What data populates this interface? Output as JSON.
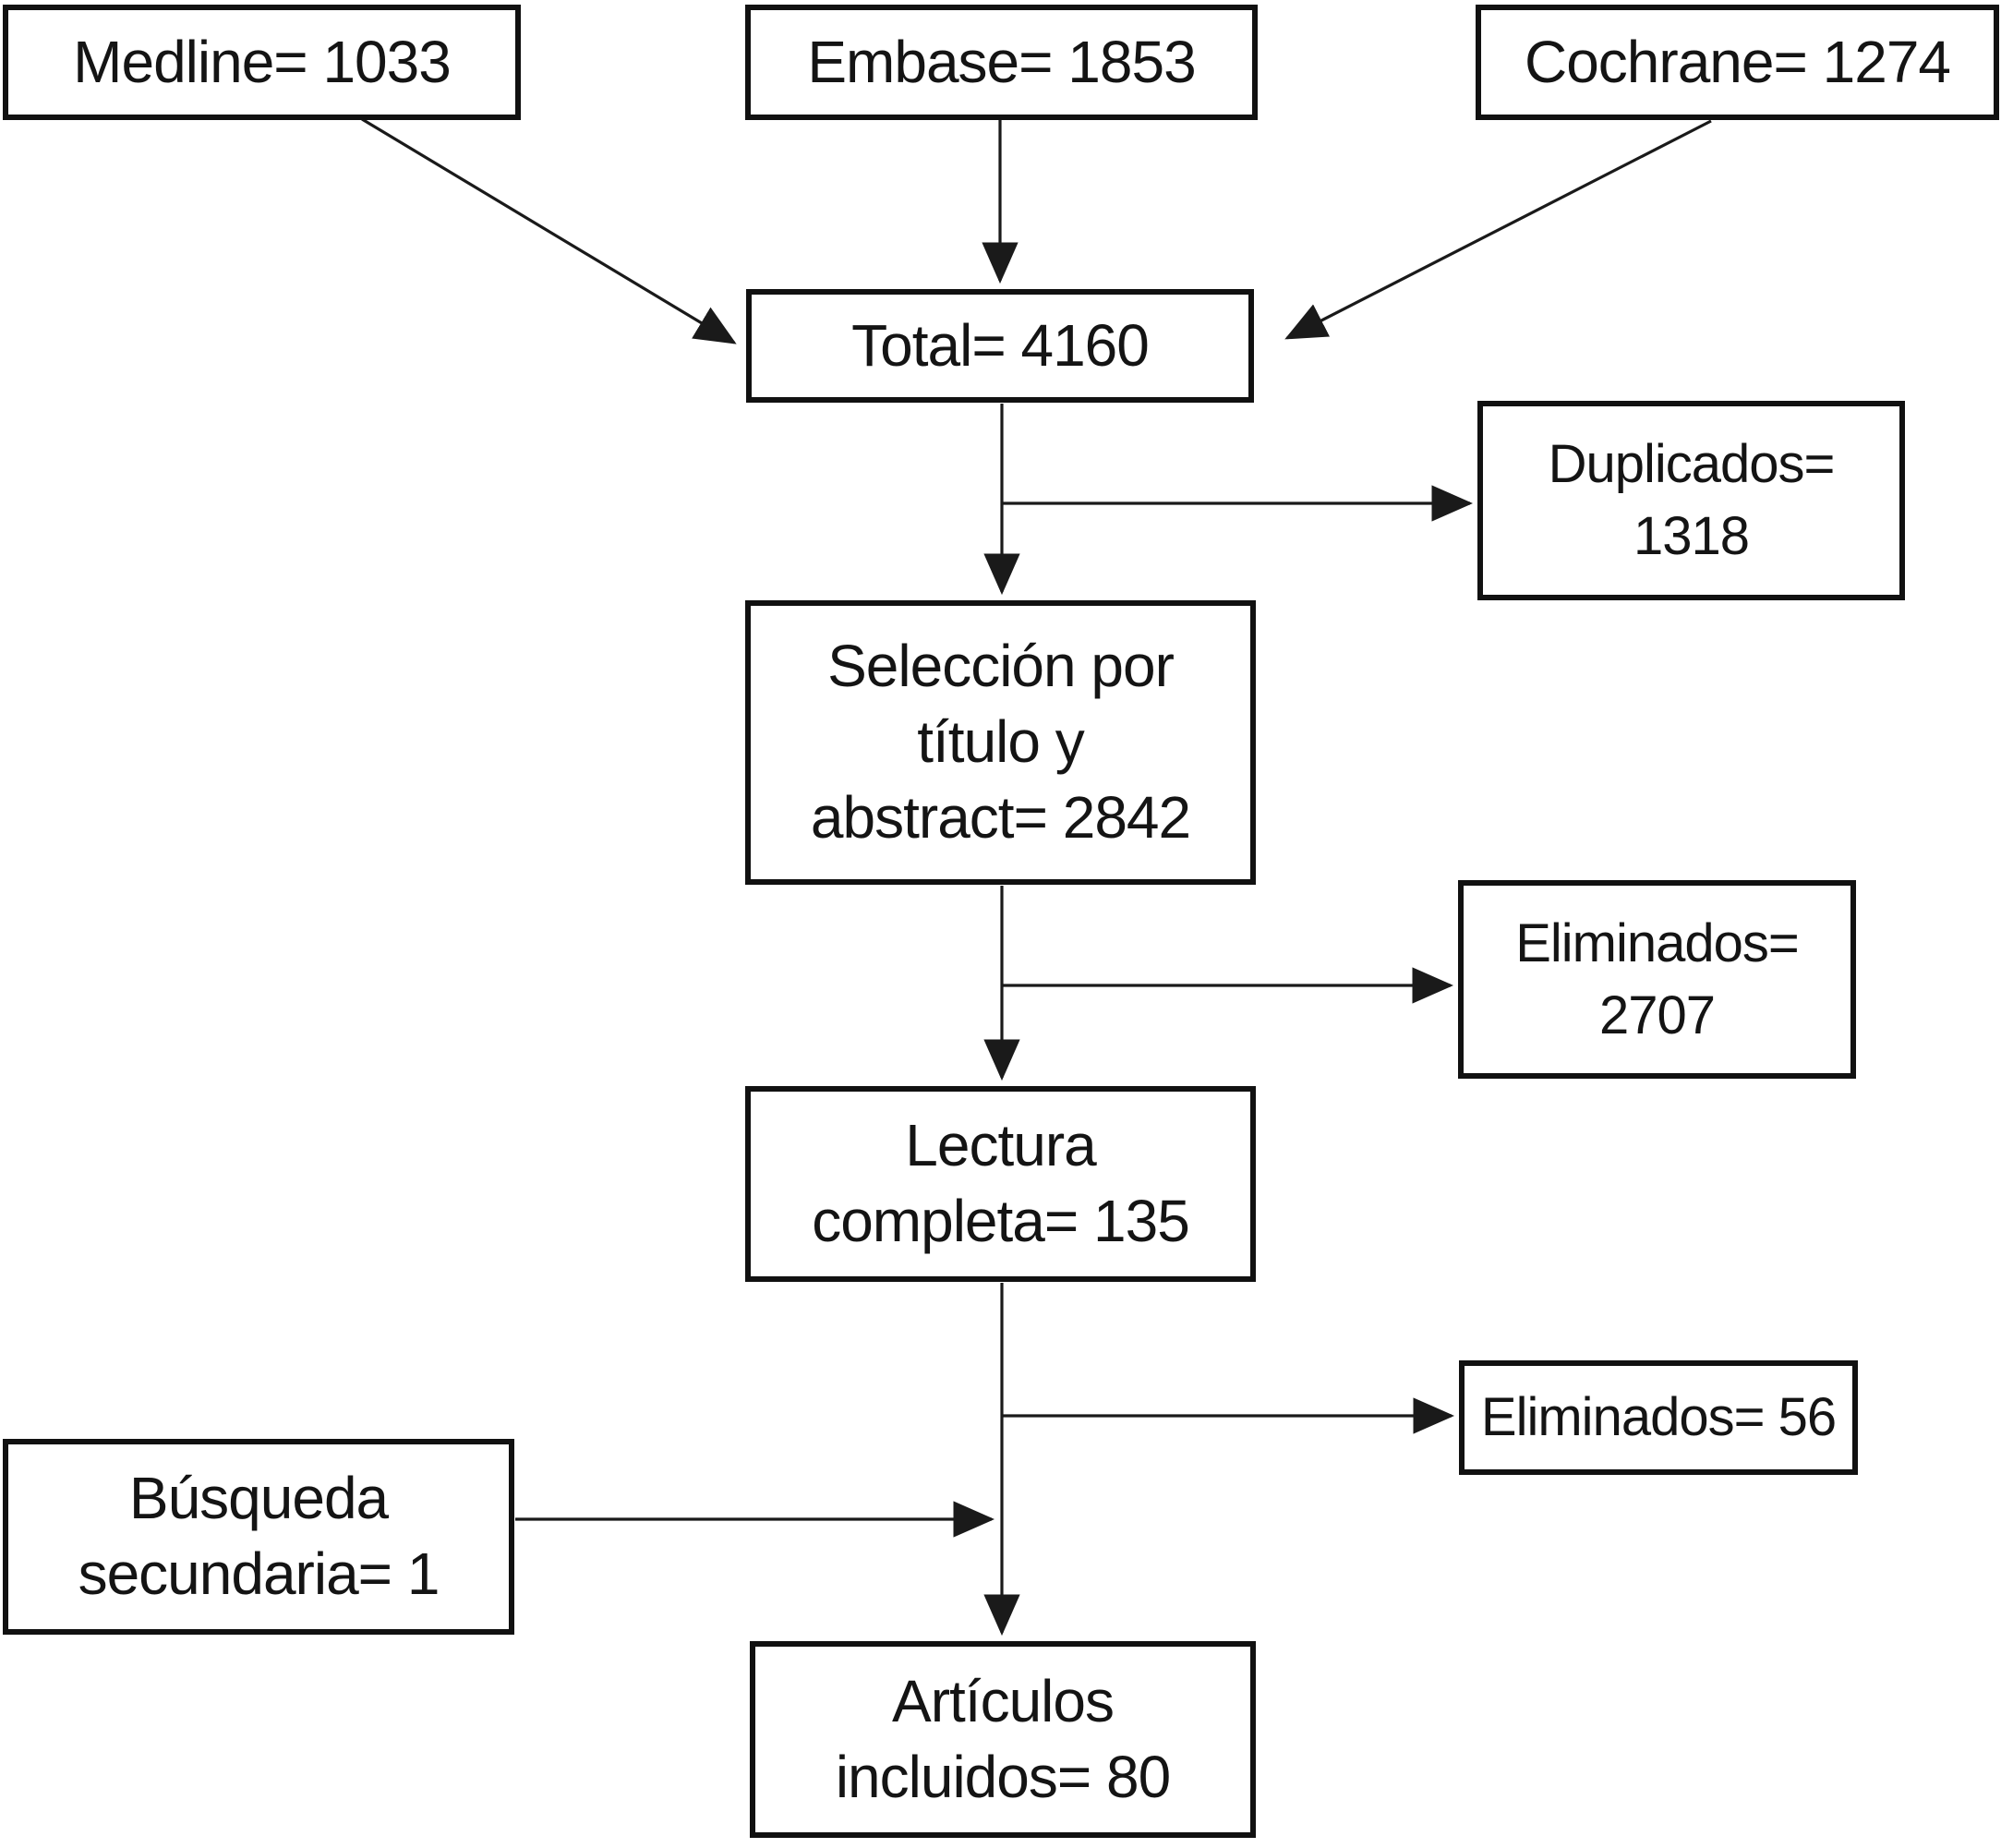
{
  "diagram": {
    "type": "flowchart",
    "language": "es",
    "background_color": "#ffffff",
    "box_border_color": "#111111",
    "line_color": "#1a1a1a",
    "nodes": {
      "medline": {
        "label": "Medline= 1033",
        "value": 1033
      },
      "embase": {
        "label": "Embase= 1853",
        "value": 1853
      },
      "cochrane": {
        "label": "Cochrane= 1274",
        "value": 1274
      },
      "total": {
        "label": "Total= 4160",
        "value": 4160
      },
      "duplicados": {
        "label": "Duplicados=\n1318",
        "value": 1318
      },
      "seleccion": {
        "label": "Selección por\ntítulo y\nabstract= 2842",
        "value": 2842
      },
      "eliminados_titulo": {
        "label": "Eliminados=\n2707",
        "value": 2707
      },
      "lectura": {
        "label": "Lectura\ncompleta= 135",
        "value": 135
      },
      "eliminados_lectura": {
        "label": "Eliminados= 56",
        "value": 56
      },
      "busqueda": {
        "label": "Búsqueda\nsecundaria= 1",
        "value": 1
      },
      "articulos": {
        "label": "Artículos\nincluidos= 80",
        "value": 80
      }
    },
    "edges": [
      {
        "from": "medline",
        "to": "total"
      },
      {
        "from": "embase",
        "to": "total"
      },
      {
        "from": "cochrane",
        "to": "total"
      },
      {
        "from": "total",
        "to": "seleccion"
      },
      {
        "from": "total",
        "to": "duplicados"
      },
      {
        "from": "seleccion",
        "to": "lectura"
      },
      {
        "from": "seleccion",
        "to": "eliminados_titulo"
      },
      {
        "from": "lectura",
        "to": "articulos"
      },
      {
        "from": "lectura",
        "to": "eliminados_lectura"
      },
      {
        "from": "busqueda",
        "to": "articulos"
      }
    ]
  }
}
